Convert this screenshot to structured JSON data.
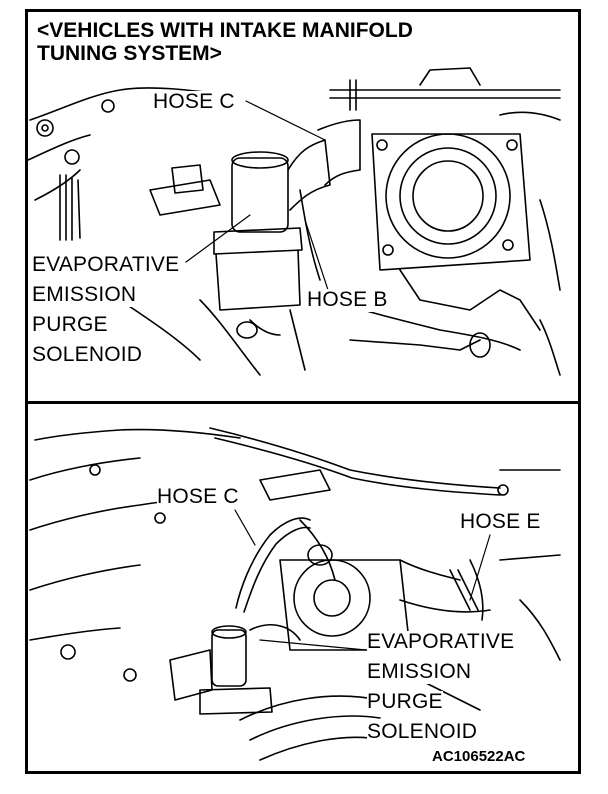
{
  "title_lines": [
    "<VEHICLES WITH INTAKE MANIFOLD",
    "TUNING SYSTEM>"
  ],
  "top_view": {
    "hose_c": "HOSE C",
    "hose_b": "HOSE B",
    "solenoid_lines": [
      "EVAPORATIVE",
      "EMISSION",
      "PURGE",
      "SOLENOID"
    ]
  },
  "bottom_view": {
    "hose_c": "HOSE C",
    "hose_e": "HOSE E",
    "solenoid_lines": [
      "EVAPORATIVE",
      "EMISSION",
      "PURGE",
      "SOLENOID"
    ]
  },
  "figure_code": "AC106522AC"
}
